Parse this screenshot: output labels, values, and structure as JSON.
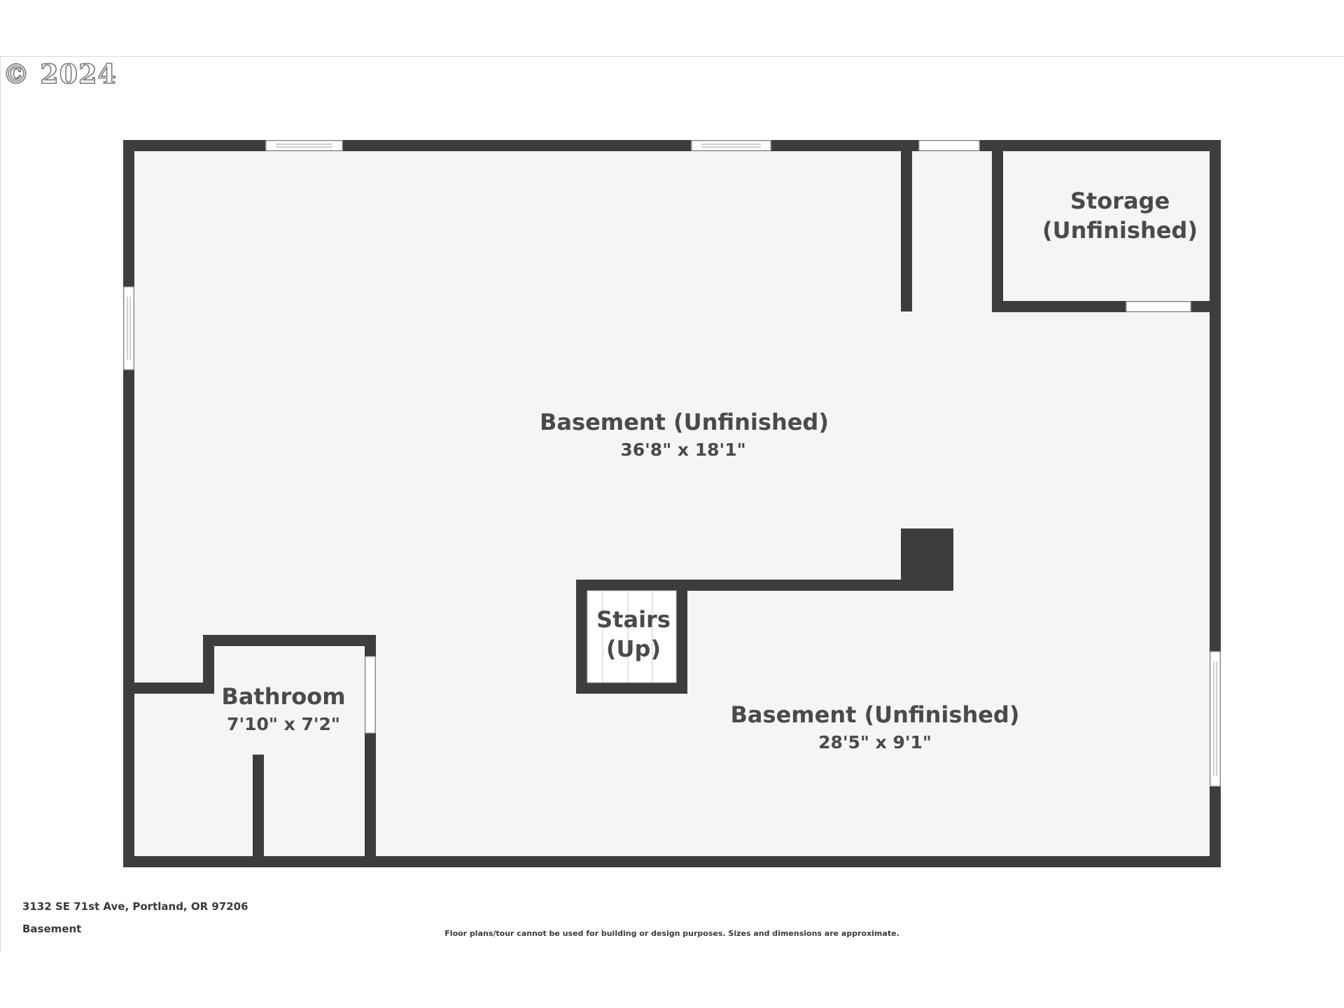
{
  "watermark": {
    "text": "© 2024"
  },
  "rooms": {
    "basement_main": {
      "name": "Basement (Unfinished)",
      "dims": "36'8\" x 18'1\""
    },
    "storage": {
      "line1": "Storage",
      "line2": "(Unfinished)"
    },
    "stairs": {
      "line1": "Stairs",
      "line2": "(Up)"
    },
    "bathroom": {
      "name": "Bathroom",
      "dims": "7'10\" x 7'2\""
    },
    "basement_lower": {
      "name": "Basement (Unfinished)",
      "dims": "28'5\" x 9'1\""
    }
  },
  "footer": {
    "address": "3132 SE 71st Ave, Portland, OR 97206",
    "floor": "Basement",
    "disclaimer": "Floor plans/tour cannot be used for building or design purposes. Sizes and dimensions are approximate."
  },
  "colors": {
    "wall": "#3d3d3d",
    "floor": "#f5f5f5",
    "window": "#ffffff"
  }
}
